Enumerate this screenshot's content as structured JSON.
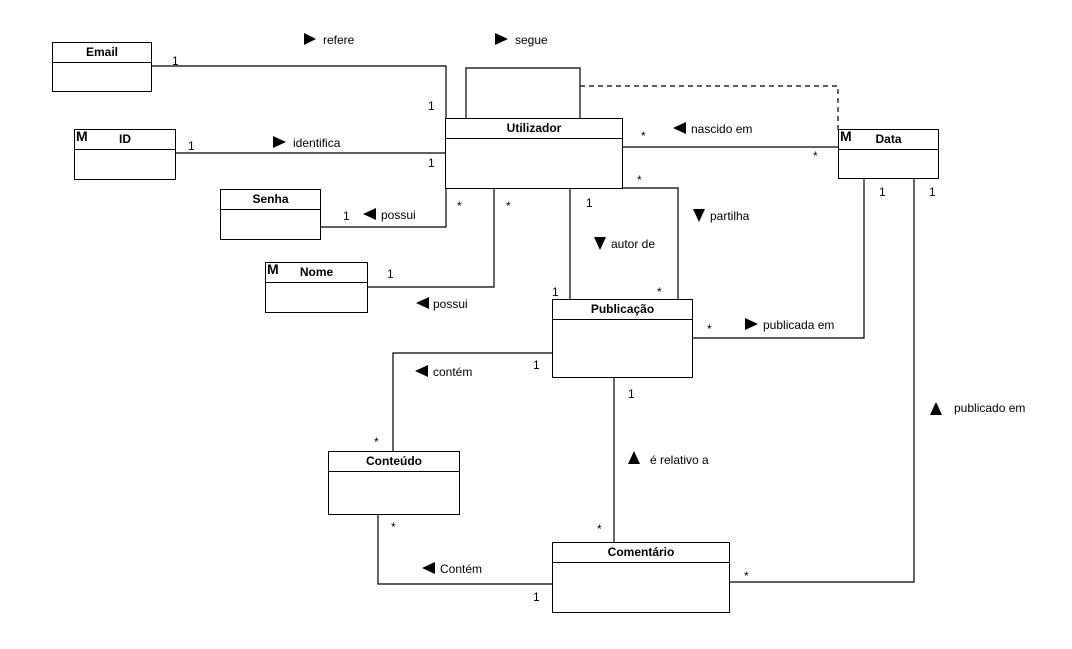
{
  "classes": {
    "email": "Email",
    "id": "ID",
    "senha": "Senha",
    "nome": "Nome",
    "utilizador": "Utilizador",
    "data": "Data",
    "publicacao": "Publicação",
    "conteudo": "Conteúdo",
    "comentario": "Comentário"
  },
  "associations": {
    "refere": "refere",
    "segue": "segue",
    "identifica": "identifica",
    "nascido_em": "nascido em",
    "possui_senha": "possui",
    "possui_nome": "possui",
    "autor_de": "autor de",
    "partilha": "partilha",
    "publicada_em": "publicada em",
    "contem": "contém",
    "publicado_em": "publicado em",
    "e_relativo_a": "é relativo a",
    "contem2": "Contém"
  },
  "multiplicities": {
    "one": "1",
    "many": "*"
  },
  "icons": {
    "marker": "M",
    "triangle": "direction-triangle-icon"
  }
}
